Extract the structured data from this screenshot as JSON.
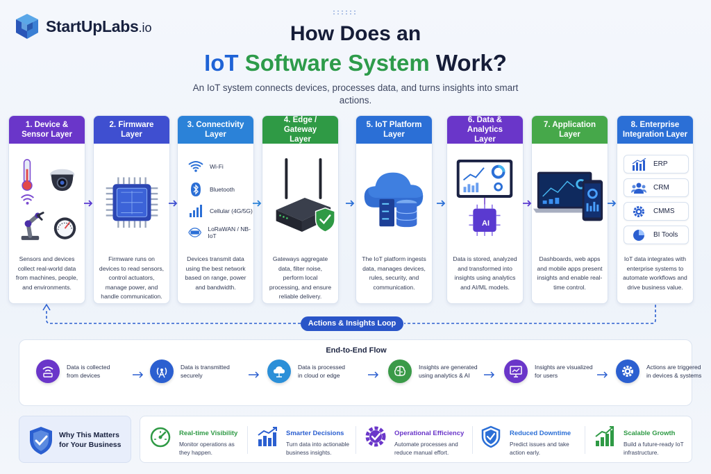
{
  "brand": {
    "name": "StartUpLabs",
    "suffix": ".io"
  },
  "title": {
    "line1": "How Does an",
    "iot": "IoT",
    "software": "Software System",
    "work": "Work?"
  },
  "subtitle": "An IoT system connects devices, processes data, and turns insights into smart actions.",
  "layers": [
    {
      "title": "1. Device &\nSensor Layer",
      "color": "#6a36c9",
      "desc": "Sensors and devices collect real-world data from machines, people, and environments.",
      "icon": "sensors-devices-icon"
    },
    {
      "title": "2. Firmware\nLayer",
      "color": "#3f4fd0",
      "desc": "Firmware runs on devices to read sensors, control actuators, manage power, and handle communication.",
      "icon": "chip-icon"
    },
    {
      "title": "3. Connectivity\nLayer",
      "color": "#2b82d8",
      "desc": "Devices transmit data using the best network based on range, power and bandwidth.",
      "icon": "connectivity-icon"
    },
    {
      "title": "4. Edge / Gateway\nLayer",
      "color": "#2f9a45",
      "desc": "Gateways aggregate data, filter noise, perform local processing, and ensure reliable delivery.",
      "icon": "router-icon"
    },
    {
      "title": "5. IoT Platform\nLayer",
      "color": "#2b6fd6",
      "desc": "The IoT platform ingests data, manages devices, rules, security, and communication.",
      "icon": "cloud-database-icon"
    },
    {
      "title": "6. Data & Analytics\nLayer",
      "color": "#6a36c9",
      "desc": "Data is stored, analyzed and transformed into insights using analytics and AI/ML models.",
      "icon": "analytics-ai-icon"
    },
    {
      "title": "7. Application\nLayer",
      "color": "#46a84a",
      "desc": "Dashboards, web apps and mobile apps present insights and enable real-time control.",
      "icon": "dashboard-devices-icon"
    },
    {
      "title": "8. Enterprise\nIntegration Layer",
      "color": "#2b6fd6",
      "desc": "IoT data integrates with enterprise systems to automate workflows and drive business value.",
      "icon": "enterprise-icon"
    }
  ],
  "connectivity": [
    "Wi-Fi",
    "Bluetooth",
    "Cellular (4G/5G)",
    "LoRaWAN / NB-IoT"
  ],
  "integrations": [
    "ERP",
    "CRM",
    "CMMS",
    "BI Tools"
  ],
  "ai_label": "AI",
  "loop_label": "Actions & Insights Loop",
  "flow": {
    "title": "End-to-End Flow",
    "steps": [
      {
        "text": "Data is collected\nfrom devices",
        "color": "#6a36c9",
        "icon": "wifi-device-icon"
      },
      {
        "text": "Data is transmitted\nsecurely",
        "color": "#2b5fd0",
        "icon": "antenna-icon"
      },
      {
        "text": "Data is processed\nin cloud or edge",
        "color": "#2b8fd8",
        "icon": "cloud-icon"
      },
      {
        "text": "Insights are generated\nusing analytics & AI",
        "color": "#3a9a48",
        "icon": "brain-icon"
      },
      {
        "text": "Insights are visualized\nfor users",
        "color": "#6a36c9",
        "icon": "monitor-chart-icon"
      },
      {
        "text": "Actions are triggered\nin devices & systems",
        "color": "#2b5fd0",
        "icon": "gear-icon"
      }
    ]
  },
  "why": {
    "text": "Why This Matters\nfor Your Business",
    "icon": "shield-check-icon"
  },
  "benefits": [
    {
      "title": "Real-time Visibility",
      "desc": "Monitor operations as\nthey happen.",
      "color": "#2f9a45",
      "icon": "gauge-icon"
    },
    {
      "title": "Smarter Decisions",
      "desc": "Turn data into actionable\nbusiness insights.",
      "color": "#2b5fd0",
      "icon": "bar-chart-icon"
    },
    {
      "title": "Operational Efficiency",
      "desc": "Automate processes and\nreduce manual effort.",
      "color": "#6a36c9",
      "icon": "gear-check-icon"
    },
    {
      "title": "Reduced Downtime",
      "desc": "Predict issues and take\naction early.",
      "color": "#2b6fd6",
      "icon": "shield-check-icon"
    },
    {
      "title": "Scalable Growth",
      "desc": "Build a future-ready IoT\ninfrastructure.",
      "color": "#2f9a45",
      "icon": "growth-chart-icon"
    }
  ]
}
